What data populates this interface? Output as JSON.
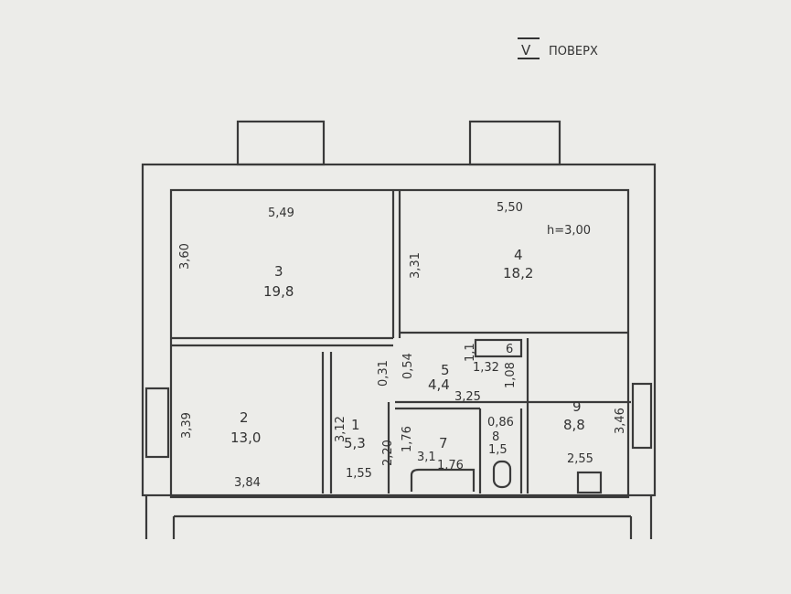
{
  "title": {
    "floor_number": "V",
    "floor_label": "ПОВЕРХ"
  },
  "ceiling_height": "h=3,00",
  "rooms": [
    {
      "number": "1",
      "area": "5,3"
    },
    {
      "number": "2",
      "area": "13,0"
    },
    {
      "number": "3",
      "area": "19,8"
    },
    {
      "number": "4",
      "area": "18,2"
    },
    {
      "number": "5",
      "area": "4,4"
    },
    {
      "number": "6",
      "area": ""
    },
    {
      "number": "7",
      "area": "3,1"
    },
    {
      "number": "8",
      "area": "1,5"
    },
    {
      "number": "9",
      "area": "8,8"
    }
  ],
  "dimensions": [
    "5,49",
    "5,50",
    "3,60",
    "3,31",
    "3,39",
    "3,84",
    "3,12",
    "1,55",
    "2,20",
    "0,31",
    "0,54",
    "1,32",
    "1,08",
    "3,25",
    "1,76",
    "1,76",
    "0,86",
    "3,46",
    "2,55",
    "1,1"
  ]
}
